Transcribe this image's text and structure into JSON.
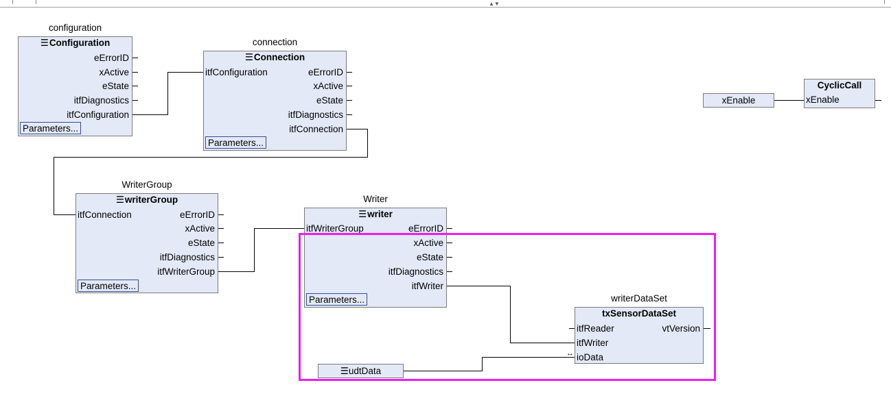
{
  "colors": {
    "block_fill": "#e3e9f6",
    "block_border": "#7a7a7a",
    "wire": "#000000",
    "highlight": "#ee1bee",
    "param_border": "#2f4d9a"
  },
  "icons": {
    "variable_marker": "list-icon",
    "inout_marker": "bidirectional-arrow-icon"
  },
  "toolbar": {
    "splitter_icon": "▲▼"
  },
  "blocks": {
    "configuration": {
      "instance": "configuration",
      "type": "Configuration",
      "marker": "☰",
      "outputs": [
        "eErrorID",
        "xActive",
        "eState",
        "itfDiagnostics",
        "itfConfiguration"
      ],
      "params": "Parameters..."
    },
    "connection": {
      "instance": "connection",
      "type": "Connection",
      "marker": "☰",
      "inputs": [
        "itfConfiguration"
      ],
      "outputs": [
        "eErrorID",
        "xActive",
        "eState",
        "itfDiagnostics",
        "itfConnection"
      ],
      "params": "Parameters..."
    },
    "writerGroup": {
      "instance": "WriterGroup",
      "type": "writerGroup",
      "marker": "☰",
      "inputs": [
        "itfConnection"
      ],
      "outputs": [
        "eErrorID",
        "xActive",
        "eState",
        "itfDiagnostics",
        "itfWriterGroup"
      ],
      "params": "Parameters..."
    },
    "writer": {
      "instance": "Writer",
      "type": "writer",
      "marker": "☰",
      "inputs": [
        "itfWriterGroup"
      ],
      "outputs": [
        "eErrorID",
        "xActive",
        "eState",
        "itfDiagnostics",
        "itfWriter"
      ],
      "params": "Parameters..."
    },
    "writerDataSet": {
      "instance": "writerDataSet",
      "type": "txSensorDataSet",
      "inputs": [
        "itfReader",
        "itfWriter",
        "ioData"
      ],
      "outputs": [
        "vtVersion"
      ],
      "inout_symbol": "↔"
    },
    "cyclicCall": {
      "type": "CyclicCall",
      "inputs": [
        "xEnable"
      ]
    }
  },
  "variables": {
    "xEnable": "xEnable",
    "udtData": "udtData",
    "udtData_marker": "☰"
  }
}
